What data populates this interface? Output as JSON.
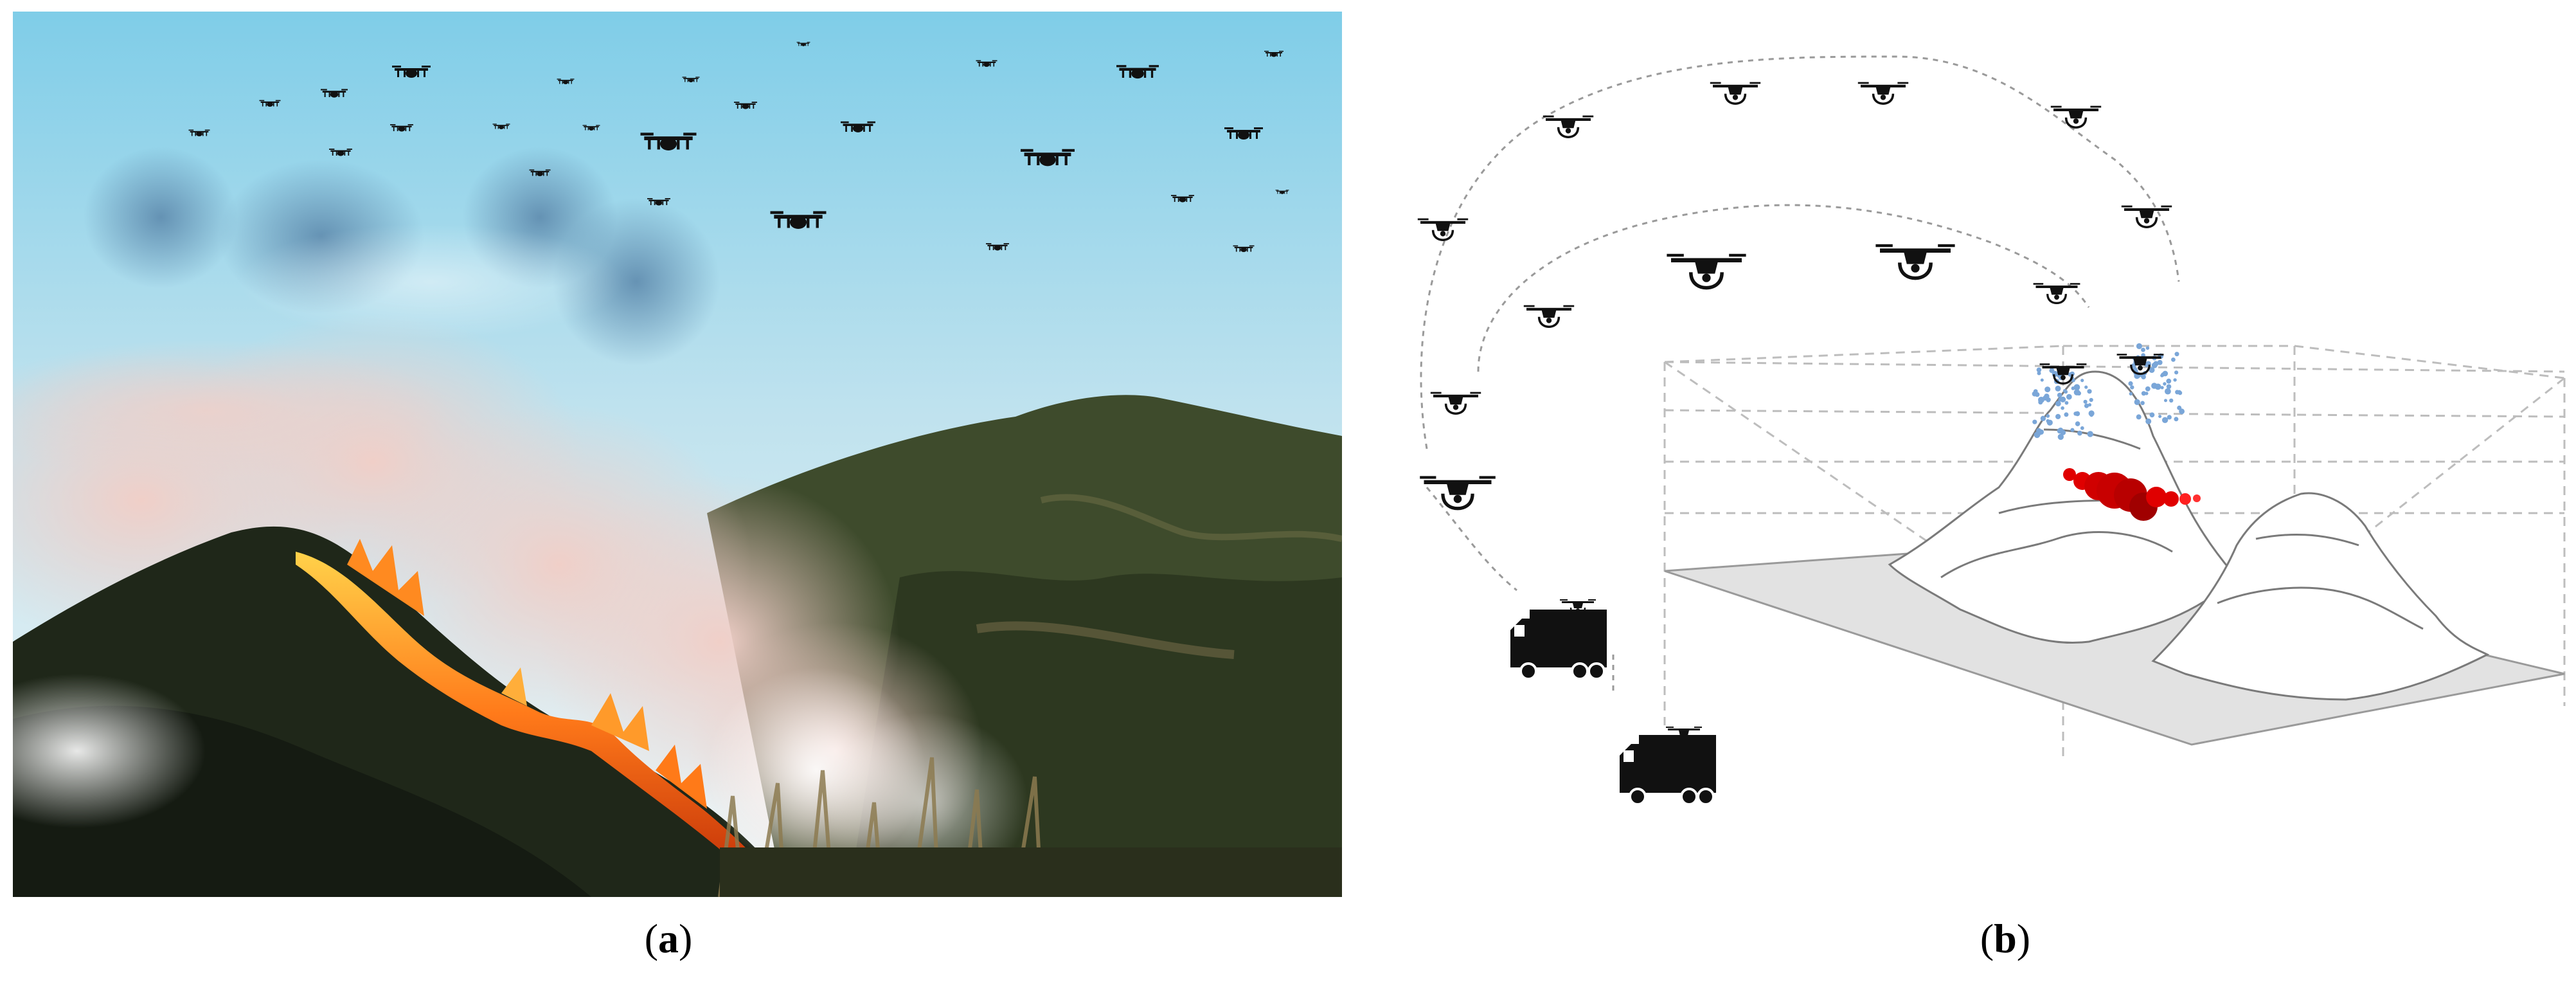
{
  "panels": [
    {
      "id": "a",
      "caption_open": "(",
      "caption_letter": "a",
      "caption_close": ")"
    },
    {
      "id": "b",
      "caption_open": "(",
      "caption_letter": "b",
      "caption_close": ")"
    }
  ],
  "colors": {
    "sky_top": "#8ecfe6",
    "sky_bottom": "#eaf4f7",
    "mountain_green": "#3c4a2a",
    "mountain_dark": "#1f261a",
    "smoke": "#e9c4c0",
    "fire": "#ff6a10",
    "drone": "#111111",
    "sensor_dots": "#7aa6d8",
    "fire_dots": "#e00000",
    "ground_plane": "#e2e2e2",
    "grid_lines": "#b5b5b5"
  },
  "icons": [
    "drone-icon",
    "truck-icon"
  ]
}
